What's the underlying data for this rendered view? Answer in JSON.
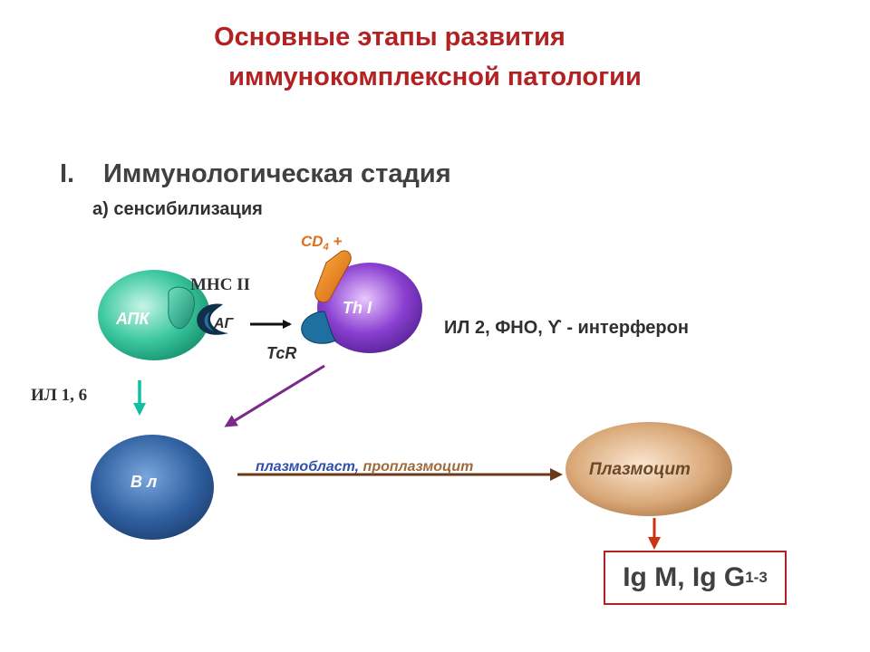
{
  "title": {
    "line1": "Основные этапы развития",
    "line2": "иммунокомплексной патологии"
  },
  "section": {
    "number": "I.",
    "label": "Иммунологическая стадия",
    "sub": "а) сенсибилизация"
  },
  "diagram": {
    "apc": "АПК",
    "mhc": "MHC II",
    "antigen": "АГ",
    "cd4": "CD",
    "cd4_sub": "4",
    "cd4_sign": " +",
    "th": "Th I",
    "tcr": "TcR",
    "cytokines_th": "ИЛ 2, ФНО, ϒ - интерферон",
    "cytokines_apc": "ИЛ 1, 6",
    "b_cell": "В л",
    "plasmoblast": "плазмобласт,",
    "proplasmocyte": " проплазмоцит",
    "plasmocyte": "Плазмоцит",
    "ig_main": "Ig M, Ig G",
    "ig_sub": "1-3"
  },
  "colors": {
    "title": "#b22222",
    "apc": "#3cc8a0",
    "th": "#8a3fd0",
    "b_cell": "#2f5f9f",
    "plasmocyte": "#c09060",
    "arrow_brown": "#6b3a1a",
    "arrow_purple": "#7a2a8a",
    "arrow_teal": "#10c0a0",
    "arrow_red": "#cc3311",
    "cd4": "#e07020",
    "tcr": "#1f6fa0"
  }
}
